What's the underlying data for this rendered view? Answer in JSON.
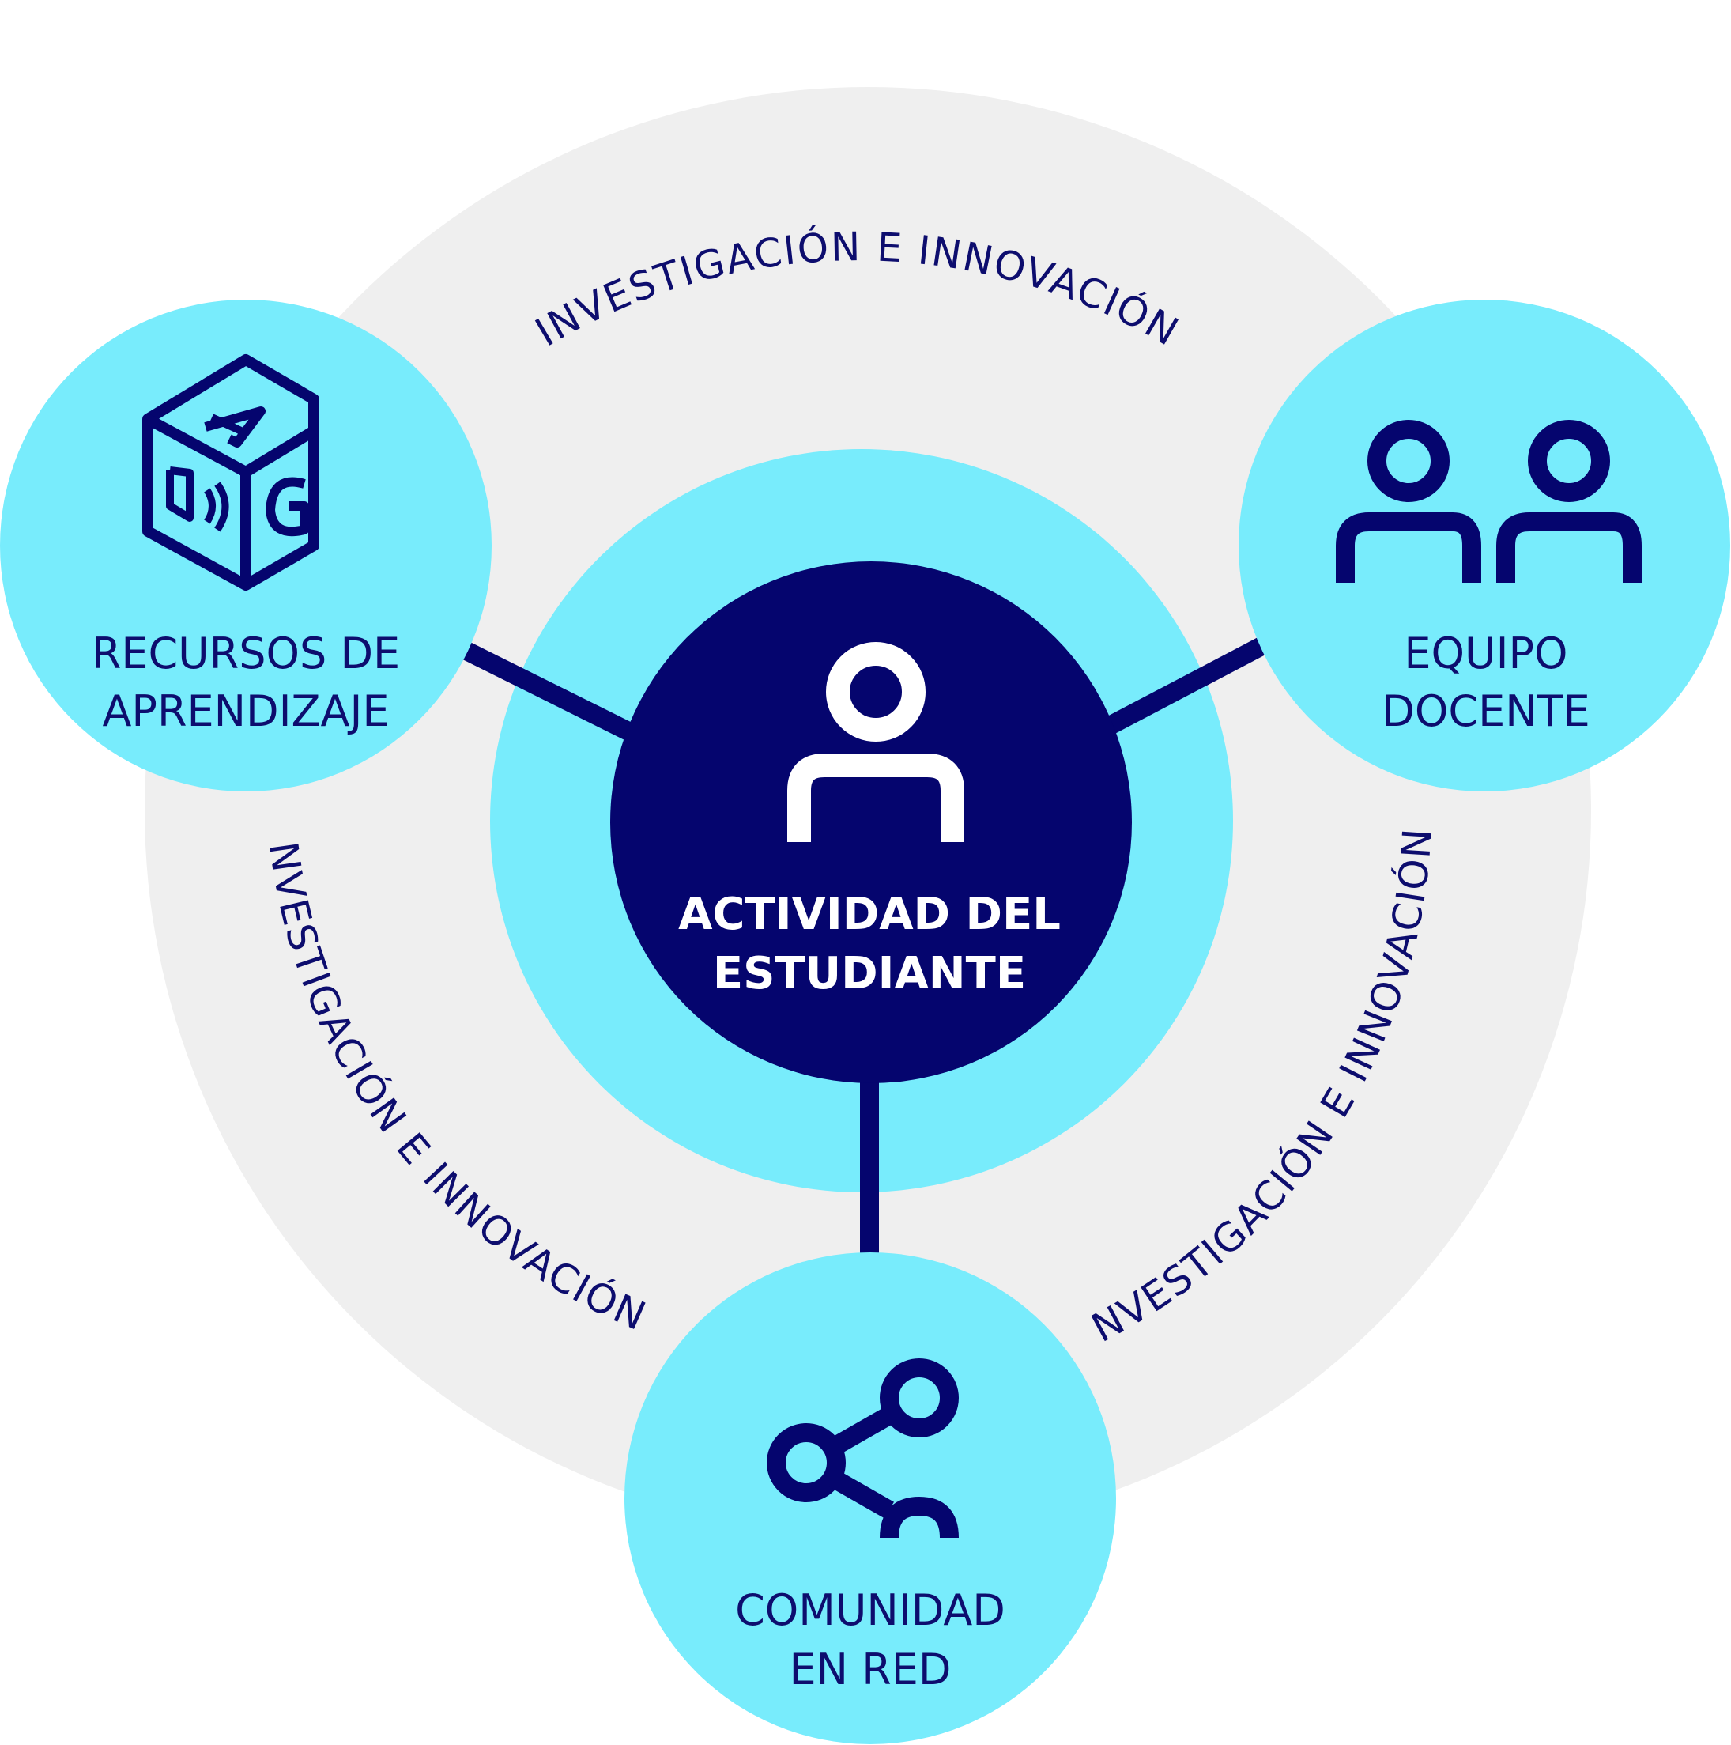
{
  "colors": {
    "outer_ring": "#efefef",
    "light_cyan": "#78ecfc",
    "navy": "#05056e",
    "text_navy": "#0d0d6e",
    "white": "#ffffff"
  },
  "center": {
    "line1": "ACTIVIDAD DEL",
    "line2": "ESTUDIANTE",
    "icon": "student-person-icon"
  },
  "nodes": {
    "recursos": {
      "line1": "RECURSOS DE",
      "line2": "APRENDIZAJE",
      "icon": "learning-cube-icon"
    },
    "equipo": {
      "line1": "EQUIPO",
      "line2": "DOCENTE",
      "icon": "two-people-icon"
    },
    "comunidad": {
      "line1": "COMUNIDAD",
      "line2": "EN RED",
      "icon": "share-network-icon"
    }
  },
  "ring_labels": {
    "top": "INVESTIGACIÓN E INNOVACIÓN",
    "left": "INVESTIGACIÓN E INNOVACIÓN",
    "right": "INVESTIGACIÓN E INNOVACIÓN"
  }
}
